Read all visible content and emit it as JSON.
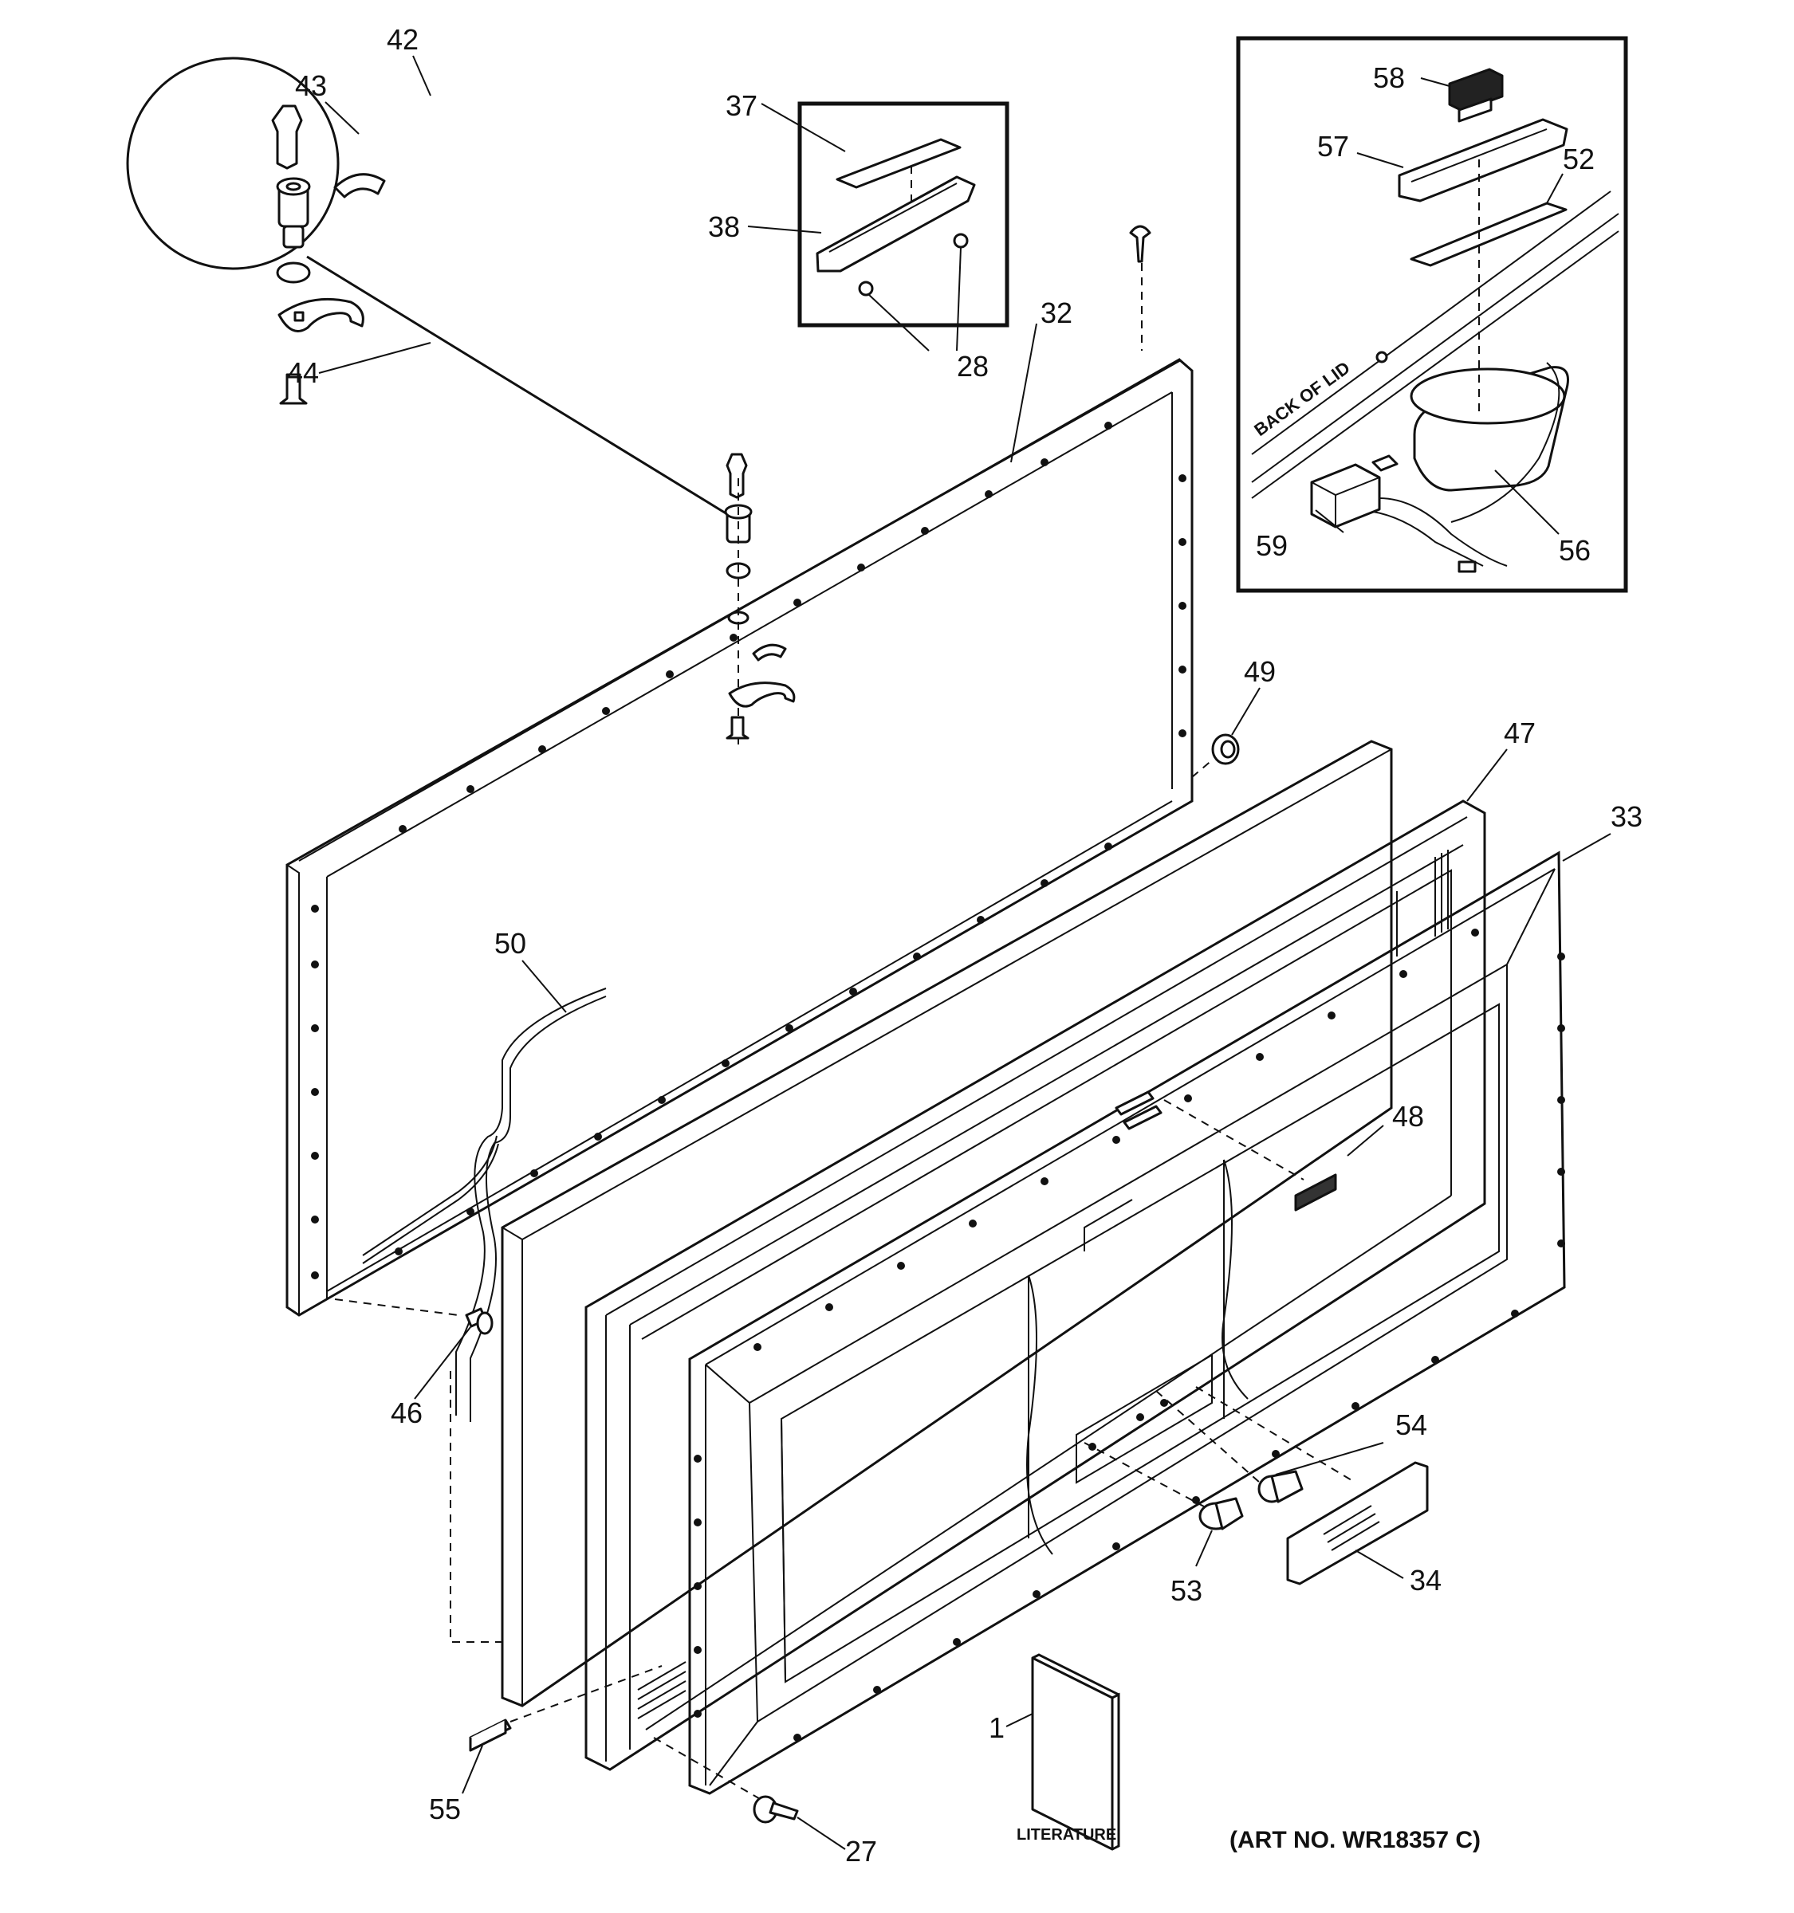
{
  "callouts": [
    "1",
    "27",
    "28",
    "32",
    "33",
    "34",
    "37",
    "38",
    "42",
    "43",
    "44",
    "46",
    "47",
    "48",
    "49",
    "50",
    "52",
    "53",
    "54",
    "55",
    "56",
    "57",
    "58",
    "59"
  ],
  "labels": {
    "back_of_lid": "BACK OF LID",
    "literature": "LITERATURE",
    "art_no": "(ART NO. WR18357 C)"
  }
}
